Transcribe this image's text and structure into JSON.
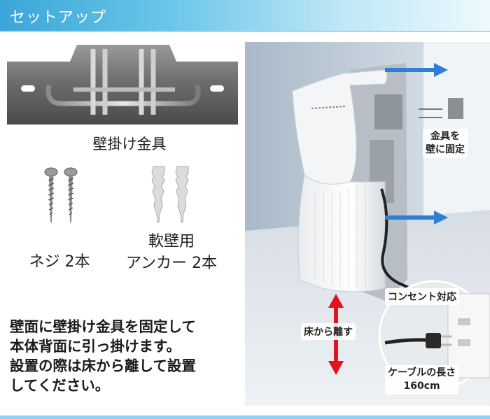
{
  "header": {
    "title": "セットアップ"
  },
  "left": {
    "bracket_label": "壁掛け金具",
    "screw_label": "ネジ 2本",
    "anchor_label_line1": "軟壁用",
    "anchor_label_line2": "アンカー 2本",
    "instructions": [
      "壁面に壁掛け金具を固定して",
      "本体背面に引っ掛けます。",
      "設置の際は床から離して設置",
      "してください。"
    ]
  },
  "photo": {
    "bracket_callout_line1": "金具を",
    "bracket_callout_line2": "壁に固定",
    "outlet_callout": "コンセント対応",
    "floor_callout": "床から離す",
    "cable_callout_line1": "ケーブルの長さ",
    "cable_callout_line2": "160cm"
  },
  "colors": {
    "header": "#3aa6d8",
    "arrow_blue": "#2f7fd6",
    "arrow_red": "#e0141c"
  },
  "icons": [
    "wall-bracket-icon",
    "screw-icon",
    "wall-anchor-icon",
    "hand-dryer-icon",
    "power-plug-icon"
  ]
}
